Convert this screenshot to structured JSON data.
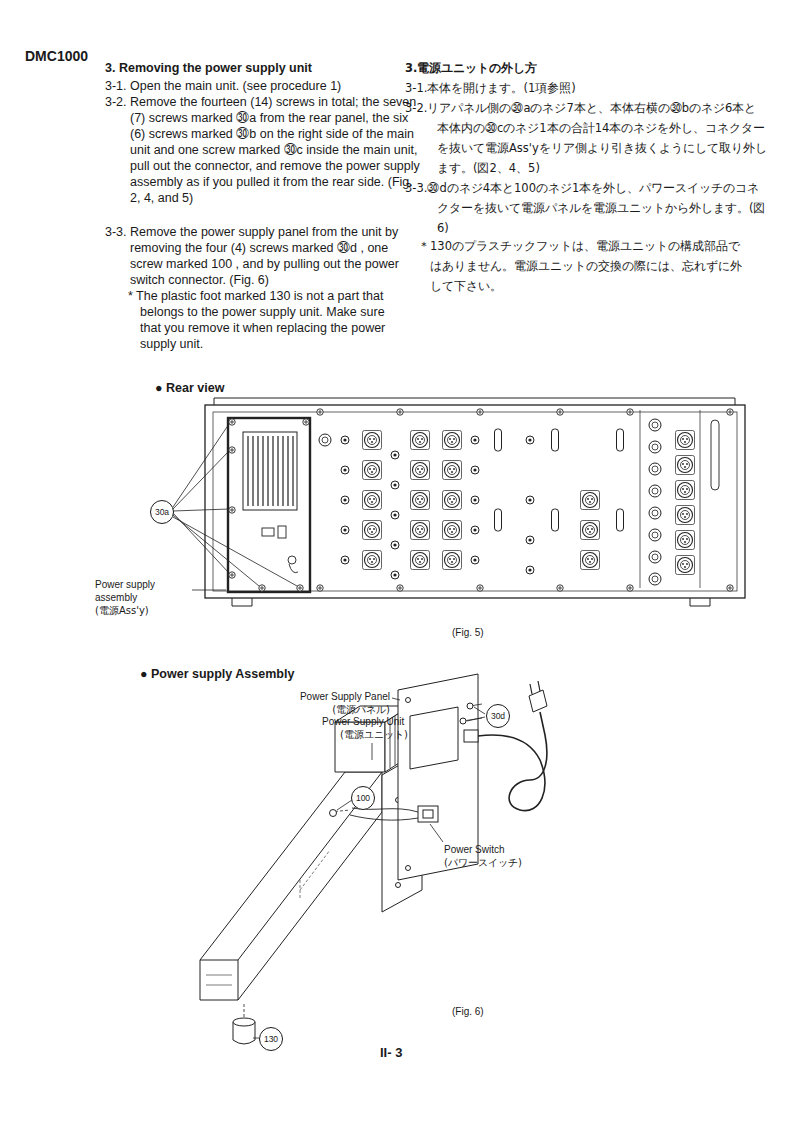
{
  "diagram": {
    "title": "DMC1000",
    "labels": [
      "3. Removing the power supply unit",
      "3-1. Open the main unit. (see procedure 1)",
      "3-2. Remove the fourteen (14) screws in total; the seven (7) screws marked ㉚a from the rear panel, the six (6) screws marked ㉚b on the right side of the main unit and one screw marked ㉚c inside the main unit, pull out the connector, and remove the power supply assembly as if you pulled it from the rear side. (Fig. 2, 4, and 5)",
      "3-3. Remove the power supply panel from the unit by removing the four (4) screws marked ㉚d , one screw marked 100 , and by pulling out the power switch connector. (Fig. 6)",
      "* The plastic foot marked 130 is not a part that belongs to the power supply unit. Make sure that you remove it when replacing the power supply unit.",
      "3.電源ユニットの外し方",
      "3-1.本体を開けます。(1項参照)",
      "3-2.リアパネル側の㉚aのネジ7本と、本体右横の㉚bのネジ6本と本体内の㉚cのネジ1本の合計14本のネジを外し、コネクターを抜いて電源Ass'yをリア側より引き抜くようにして取り外します。(図2、4、5)",
      "3-3.㉚dのネジ4本と100のネジ1本を外し、パワースイッチのコネクターを抜いて電源パネルを電源ユニットから外します。(図6)",
      "＊130のプラスチックフットは、電源ユニットの構成部品ではありません。電源ユニットの交換の際には、忘れずに外して下さい。",
      "● Rear view",
      "30a",
      "Power supply assembly",
      "(電源Ass'y)",
      "(Fig. 5)",
      "● Power supply Assembly",
      "Power Supply Panel",
      "(電源パネル)",
      "Power Supply Unit",
      "(電源ユニット)",
      "30d",
      "100",
      "Power Switch",
      "(パワースイッチ)",
      "130",
      "(Fig. 6)",
      "II- 3"
    ]
  }
}
